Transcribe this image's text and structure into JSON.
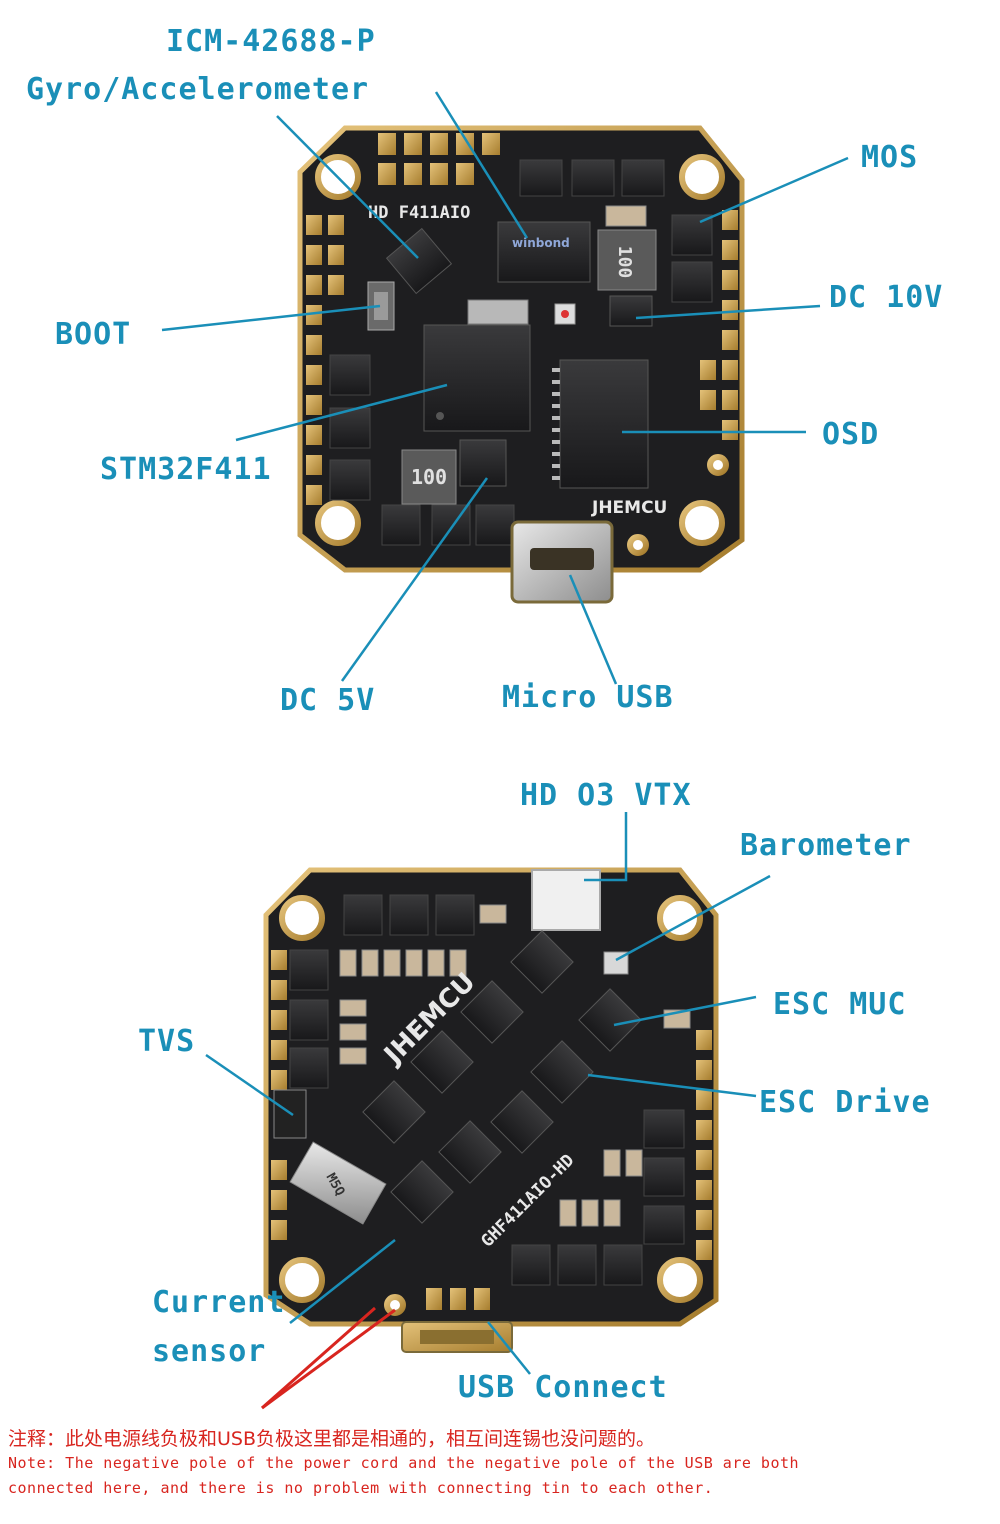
{
  "top_board": {
    "labels": {
      "icm": "ICM-42688-P",
      "gyro": "Gyro/Accelerometer",
      "mos": "MOS",
      "dc10v": "DC 10V",
      "boot": "BOOT",
      "osd": "OSD",
      "stm": "STM32F411",
      "dc5v": "DC 5V",
      "usb": "Micro USB"
    },
    "silkscreen": {
      "name": "HD F411AIO",
      "brand": "JHEMCU",
      "flash_chip": "winbond",
      "inductor_big": "100",
      "inductor_small": "100"
    }
  },
  "bottom_board": {
    "labels": {
      "vtx": "HD O3 VTX",
      "baro": "Barometer",
      "escmcu": "ESC MUC",
      "tvs": "TVS",
      "escdrive": "ESC Drive",
      "current1": "Current",
      "current2": "sensor",
      "usbconn": "USB Connect"
    },
    "silkscreen": {
      "brand": "JHEMCU",
      "model": "GHF411AIO-HD",
      "shunt": "M5Q"
    }
  },
  "note": {
    "cn": "注释：此处电源线负极和USB负极这里都是相通的，相互间连锡也没问题的。",
    "en1": "Note: The negative pole of the power cord and the negative pole of the USB are both",
    "en2": "connected here, and there is no problem with connecting tin to each other."
  },
  "colors": {
    "label": "#1a8fb8",
    "note": "#d8251f",
    "pcb": "#1e1e20",
    "gold": "#c9a24a"
  }
}
